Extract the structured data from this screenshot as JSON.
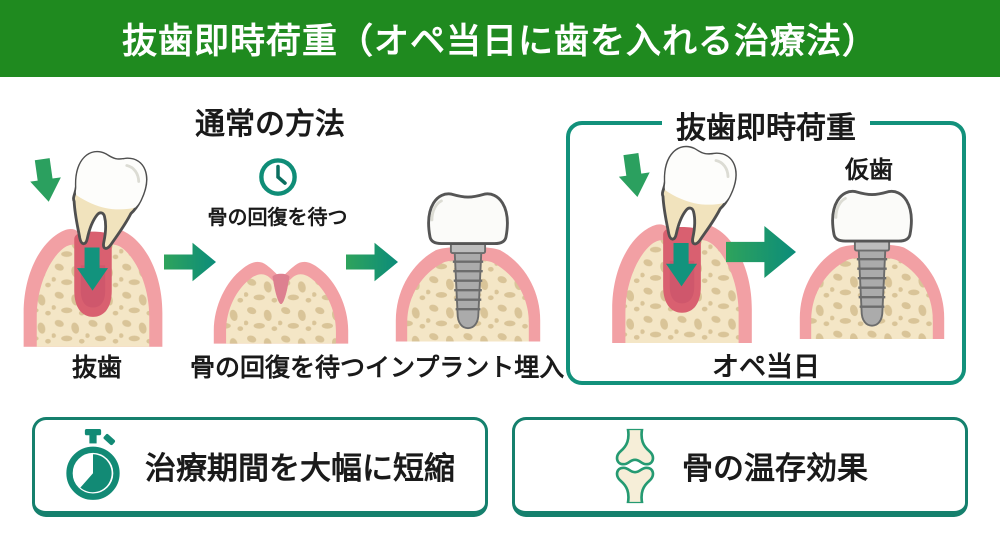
{
  "banner": {
    "title": "抜歯即時荷重（オペ当日に歯を入れる治療法）"
  },
  "normal_method": {
    "title": "通常の方法",
    "wait_icon": "clock-icon",
    "wait_note": "骨の回復を待つ",
    "steps": [
      {
        "label": "抜歯"
      },
      {
        "label": "骨の回復を待つ"
      },
      {
        "label": "インプラント埋入"
      }
    ]
  },
  "immediate_method": {
    "title": "抜歯即時荷重",
    "temp_tooth_label": "仮歯",
    "day_label": "オペ当日"
  },
  "benefits": [
    {
      "icon": "stopwatch-icon",
      "label": "治療期間を大幅に短縮"
    },
    {
      "icon": "bone-joint-icon",
      "label": "骨の温存効果"
    }
  ],
  "colors": {
    "banner_green": "#1f8a1f",
    "accent_teal": "#12917b",
    "box_border_teal": "#15806d",
    "arrow_green": "#2ba05f",
    "gum_pink": "#f2a0a4",
    "bone_beige": "#f4e6c6",
    "text_dark": "#1a1a1a"
  }
}
